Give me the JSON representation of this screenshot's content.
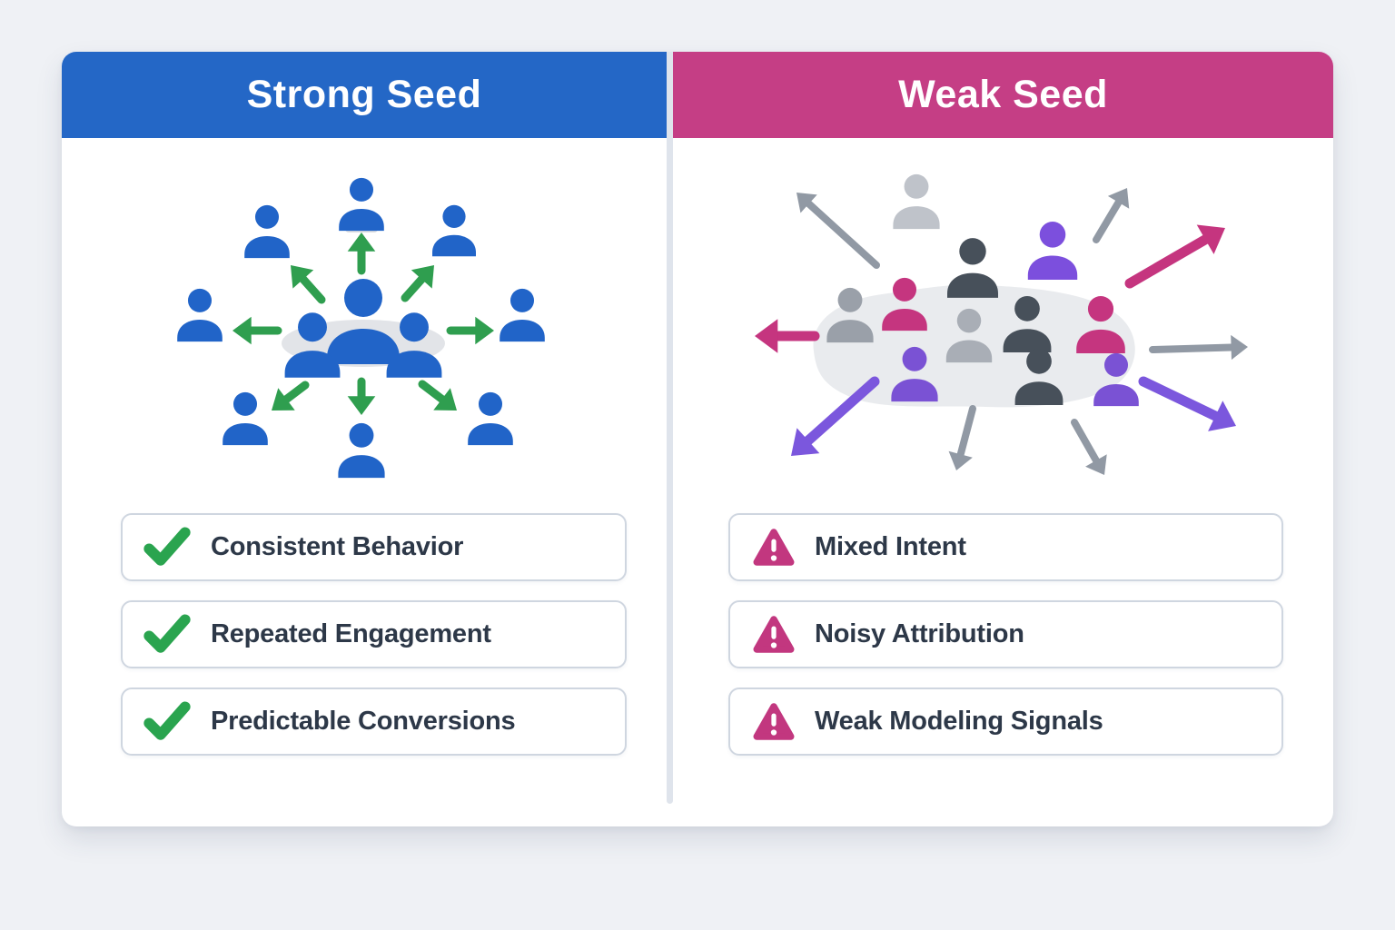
{
  "colors": {
    "background": "#eff1f5",
    "card_bg": "#ffffff",
    "divider": "#dfe4ec",
    "item_border": "#cfd6e0",
    "text": "#2d3848"
  },
  "left_panel": {
    "title": "Strong Seed",
    "header_color": "#2467c6",
    "person_color": "#2164c8",
    "arrow_color": "#2f9e4f",
    "check_color": "#2aa44f",
    "items": [
      {
        "icon": "check-icon",
        "label": "Consistent Behavior"
      },
      {
        "icon": "check-icon",
        "label": "Repeated Engagement"
      },
      {
        "icon": "check-icon",
        "label": "Predictable Conversions"
      }
    ]
  },
  "right_panel": {
    "title": "Weak Seed",
    "header_color": "#c53e85",
    "warning_color": "#c2377f",
    "person_colors": {
      "light_gray": "#bfc3ca",
      "gray": "#9aa0a9",
      "silver": "#a9aeb6",
      "dark": "#47505a",
      "purple": "#7a52d4",
      "bright_purple": "#7c4fdd",
      "pink": "#c5357f"
    },
    "arrow_colors": {
      "gray": "#9199a4",
      "pink": "#c5357f",
      "purple": "#7b57dd"
    },
    "items": [
      {
        "icon": "warning-icon",
        "label": "Mixed Intent"
      },
      {
        "icon": "warning-icon",
        "label": "Noisy Attribution"
      },
      {
        "icon": "warning-icon",
        "label": "Weak Modeling Signals"
      }
    ]
  }
}
